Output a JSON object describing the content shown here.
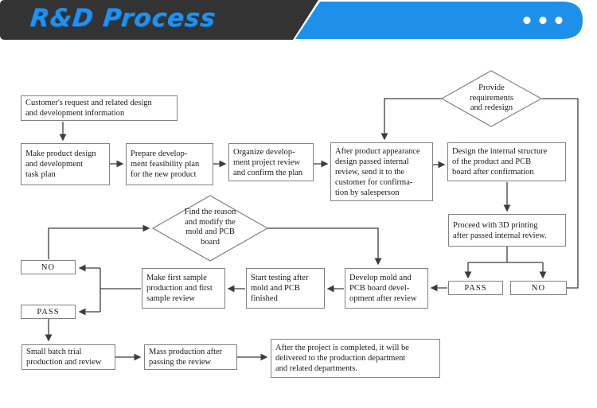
{
  "colors": {
    "accent_blue": "#1e90ea",
    "header_dark": "#333333",
    "box_border": "#828282",
    "line": "#3d3d3d",
    "title_blue": "#2191f0"
  },
  "header": {
    "title": "R&D Process",
    "menu_icon": "three-dots-ellipsis"
  },
  "flowchart": {
    "nodes": {
      "customer_request": {
        "label": "Customer's request and related design\nand development information"
      },
      "design_task_plan": {
        "label": "Make product design\nand development\ntask plan"
      },
      "feasibility_plan": {
        "label": "Prepare develop-\nment feasibility plan\nfor the new product"
      },
      "project_review": {
        "label": "Organize develop-\nment project review\nand confirm the plan"
      },
      "appearance_review": {
        "label": "After product appearance\ndesign passed internal\nreview, send it to the\ncustomer for confirma-\ntion by salesperson"
      },
      "internal_structure": {
        "label": "Design the internal structure\nof the product and PCB\nboard after confirmation"
      },
      "provide_redesign": {
        "label": "Provide\nrequirements\nand redesign"
      },
      "printing_3d": {
        "label": "Proceed with 3D printing\nafter passed internal review."
      },
      "pass_3d": {
        "label": "PASS"
      },
      "no_3d": {
        "label": "NO"
      },
      "develop_mold": {
        "label": "Develop mold and\nPCB board devel-\nopment after review"
      },
      "start_testing": {
        "label": "Start testing after\nmold and PCB\nfinished"
      },
      "first_sample": {
        "label": "Make first sample\nproduction and first\nsample review"
      },
      "find_reason": {
        "label": "Find the reason\nand modify the\nmold and PCB\nboard"
      },
      "no_sample": {
        "label": "NO"
      },
      "pass_sample": {
        "label": "PASS"
      },
      "small_batch": {
        "label": "Small batch trial\nproduction and review"
      },
      "mass_production": {
        "label": "Mass production after\npassing the review"
      },
      "delivery": {
        "label": "After the project is completed, it will be\ndelivered to the production department\nand related departments."
      }
    }
  }
}
